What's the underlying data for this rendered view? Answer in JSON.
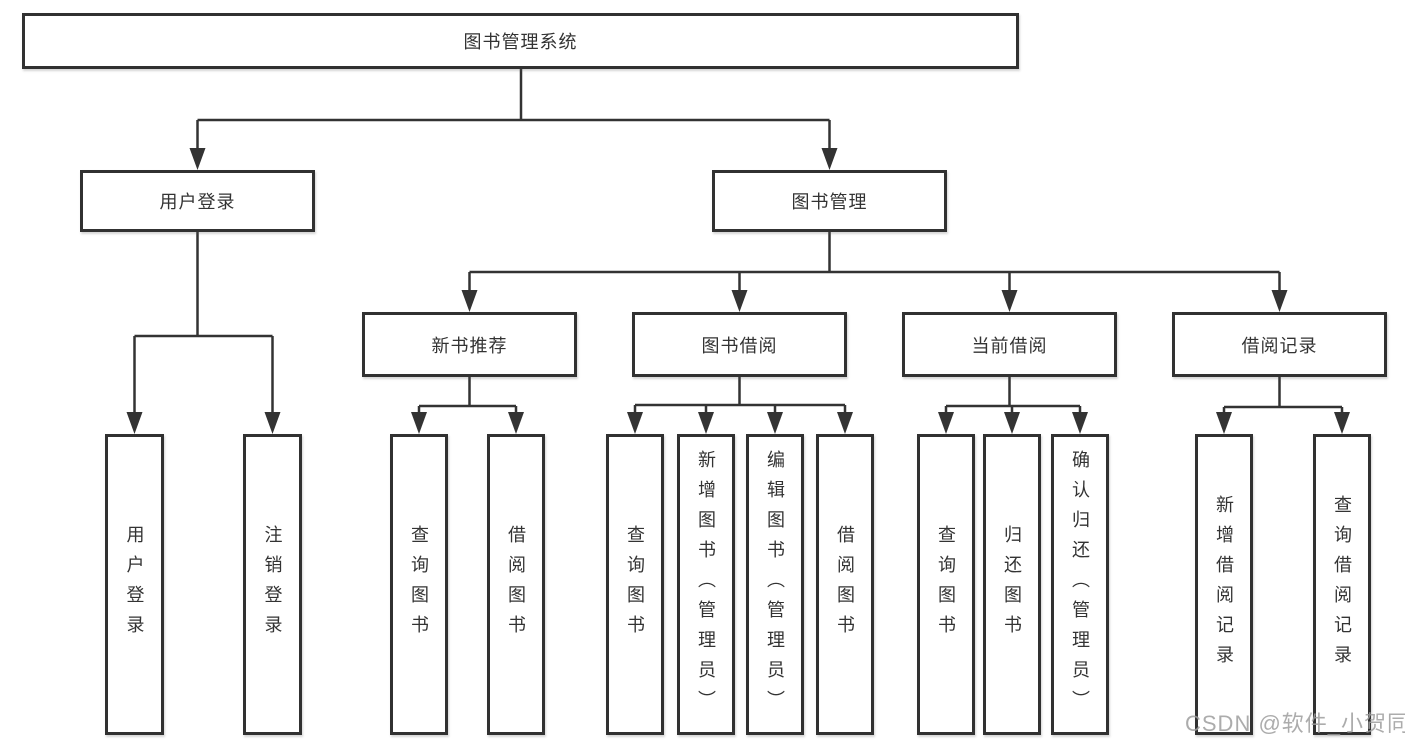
{
  "diagram": {
    "nodes": {
      "root": "图书管理系统",
      "user_login": "用户登录",
      "book_mgmt": "图书管理",
      "new_book_rec": "新书推荐",
      "book_borrow": "图书借阅",
      "current_borrow": "当前借阅",
      "borrow_records": "借阅记录",
      "ul_user_login": "用户登录",
      "ul_logout": "注销登录",
      "nb_query_book": "查询图书",
      "nb_borrow_book": "借阅图书",
      "bb_query_book": "查询图书",
      "bb_add_book": "新增图书（管理员）",
      "bb_edit_book": "编辑图书（管理员）",
      "bb_borrow_book": "借阅图书",
      "cb_query_book": "查询图书",
      "cb_return_book": "归还图书",
      "cb_confirm_return": "确认归还（管理员）",
      "br_add_record": "新增借阅记录",
      "br_query_record": "查询借阅记录"
    },
    "colors": {
      "line": "#333333",
      "text": "#333333",
      "background": "#ffffff",
      "watermark": "#9e9e9e"
    }
  },
  "watermark": "CSDN @软件_小贺同学"
}
